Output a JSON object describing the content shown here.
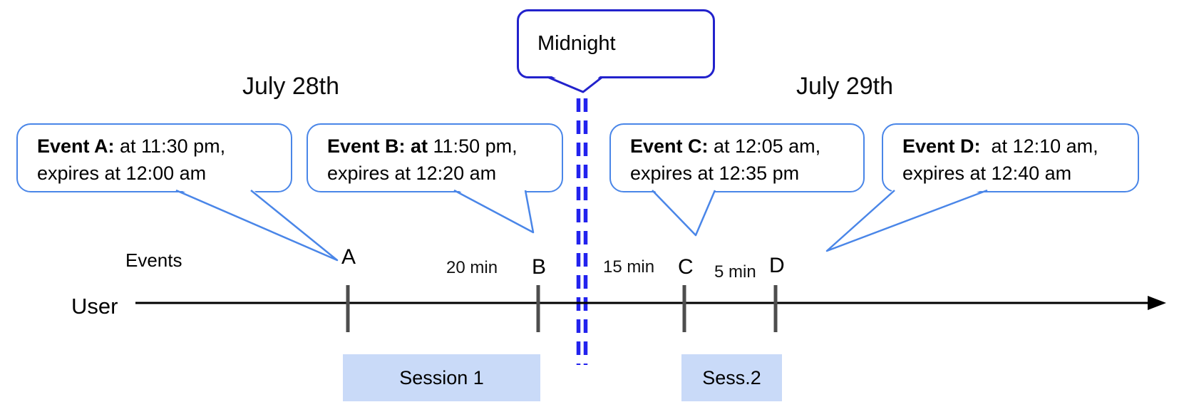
{
  "dates": {
    "left": "July 28th",
    "right": "July 29th"
  },
  "midnight": {
    "label": "Midnight"
  },
  "callouts": [
    {
      "id": "A",
      "bold": "Event A:",
      "rest": " at 11:30 pm,",
      "line2": "expires at 12:00 am"
    },
    {
      "id": "B",
      "bold": "Event B: at",
      "rest": " 11:50 pm,",
      "line2": "expires at 12:20 am"
    },
    {
      "id": "C",
      "bold": "Event C:",
      "rest": " at 12:05 am,",
      "line2": "expires at 12:35 pm"
    },
    {
      "id": "D",
      "bold": "Event D:",
      "rest": "  at 12:10 am,",
      "line2": "expires at 12:40 am"
    }
  ],
  "timeline": {
    "axis_label": "User",
    "events_label": "Events",
    "tick_labels": [
      "A",
      "B",
      "C",
      "D"
    ],
    "intervals": [
      "20 min",
      "15 min",
      "5 min"
    ]
  },
  "sessions": [
    {
      "label": "Session 1"
    },
    {
      "label": "Sess.2"
    }
  ],
  "colors": {
    "cornflower": "#4a86e8",
    "deep-blue": "#2222cc",
    "deep-blue-dash": "#2222ee",
    "session-fill": "#c9daf8",
    "tick-gray": "#4d4d4d"
  }
}
